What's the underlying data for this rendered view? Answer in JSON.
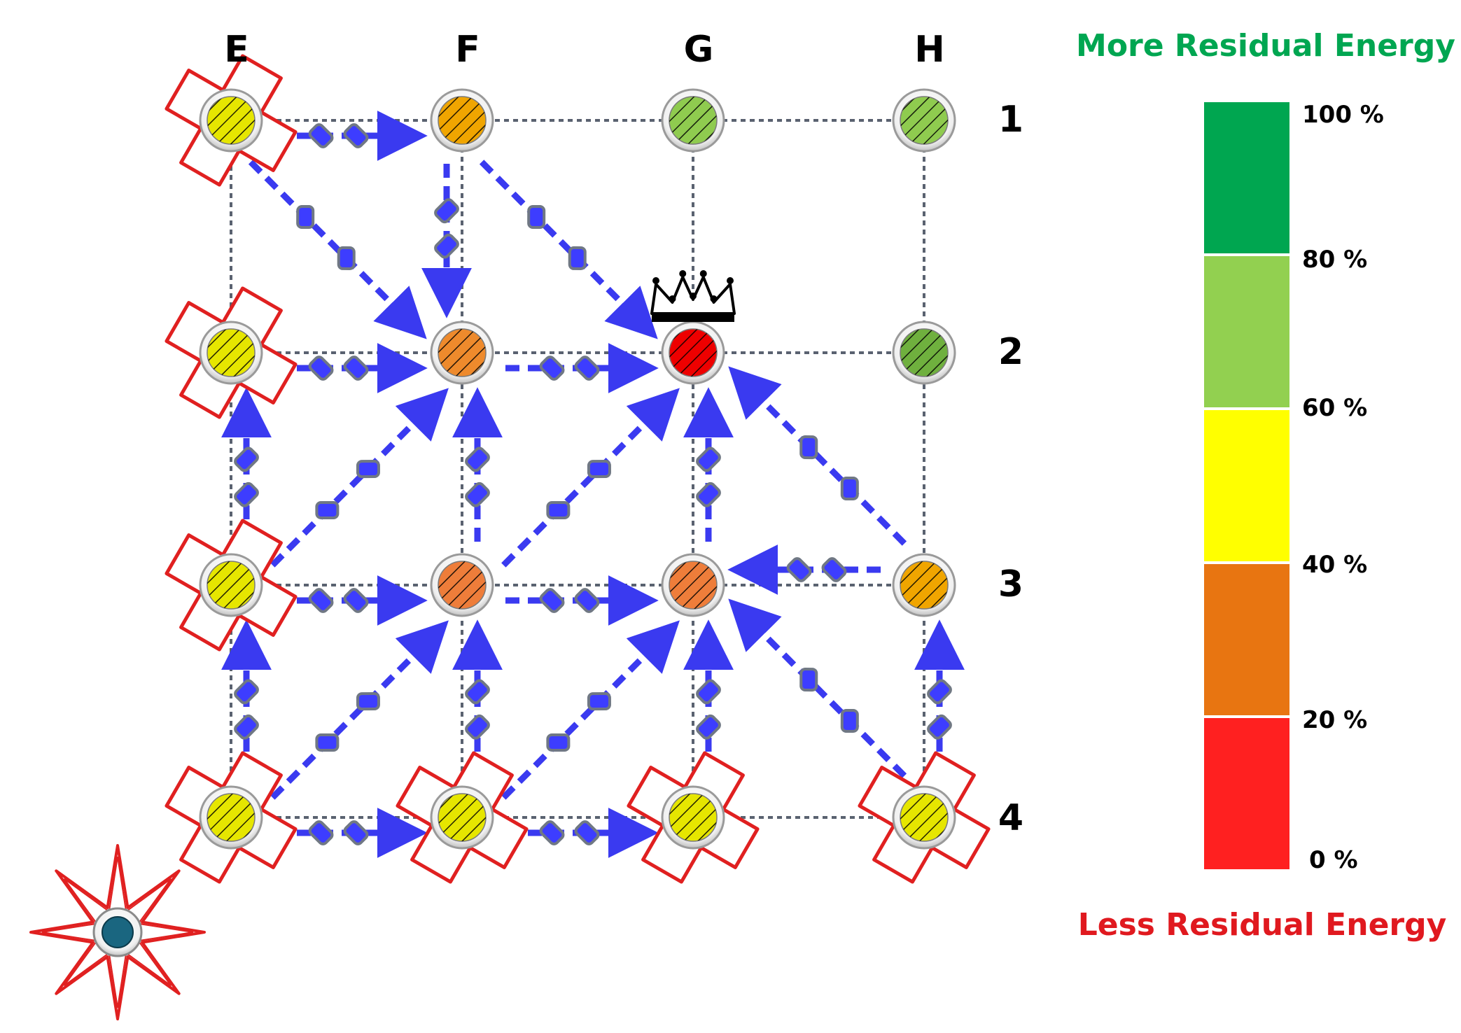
{
  "columns": [
    "E",
    "F",
    "G",
    "H"
  ],
  "rows": [
    "1",
    "2",
    "3",
    "4"
  ],
  "legend": {
    "top_label": "More Residual Energy",
    "bottom_label": "Less Residual Energy",
    "top_color": "#00a651",
    "bottom_color": "#e0191f",
    "ticks": [
      "100 %",
      "80 %",
      "60 %",
      "40 %",
      "20 %",
      "0 %"
    ],
    "bands": [
      {
        "color": "#00a650",
        "range": "80-100"
      },
      {
        "color": "#92d050",
        "range": "60-80"
      },
      {
        "color": "#ffff00",
        "range": "40-60"
      },
      {
        "color": "#e87511",
        "range": "20-40"
      },
      {
        "color": "#ff2020",
        "range": "0-20"
      }
    ]
  },
  "nodes": [
    {
      "id": "E1",
      "color": "#e6e600",
      "marker": "cross"
    },
    {
      "id": "F1",
      "color": "#f0a500"
    },
    {
      "id": "G1",
      "color": "#8fcb4f"
    },
    {
      "id": "H1",
      "color": "#8fcb4f"
    },
    {
      "id": "E2",
      "color": "#e6e600",
      "marker": "cross"
    },
    {
      "id": "F2",
      "color": "#ee8a2c"
    },
    {
      "id": "G2",
      "color": "#ee0000",
      "marker": "crown"
    },
    {
      "id": "H2",
      "color": "#6fb03e"
    },
    {
      "id": "E3",
      "color": "#e6e600",
      "marker": "cross"
    },
    {
      "id": "F3",
      "color": "#ee7d3a"
    },
    {
      "id": "G3",
      "color": "#ee7d3a"
    },
    {
      "id": "H3",
      "color": "#f0a500"
    },
    {
      "id": "E4",
      "color": "#e6e600",
      "marker": "cross"
    },
    {
      "id": "F4",
      "color": "#e6e600",
      "marker": "cross"
    },
    {
      "id": "G4",
      "color": "#e6e600",
      "marker": "cross"
    },
    {
      "id": "H4",
      "color": "#e6e600",
      "marker": "cross"
    }
  ],
  "flows": [
    [
      "E1",
      "F1"
    ],
    [
      "E1",
      "F2"
    ],
    [
      "F1",
      "F2"
    ],
    [
      "F1",
      "G2"
    ],
    [
      "E2",
      "F2"
    ],
    [
      "F2",
      "G2"
    ],
    [
      "E3",
      "E2"
    ],
    [
      "E3",
      "F2"
    ],
    [
      "E3",
      "F3"
    ],
    [
      "F3",
      "F2"
    ],
    [
      "F3",
      "G3"
    ],
    [
      "F3",
      "G2"
    ],
    [
      "G3",
      "G2"
    ],
    [
      "H3",
      "G2"
    ],
    [
      "H3",
      "G3"
    ],
    [
      "E4",
      "E3"
    ],
    [
      "E4",
      "F3"
    ],
    [
      "E4",
      "F4"
    ],
    [
      "F4",
      "F3"
    ],
    [
      "F4",
      "G3"
    ],
    [
      "F4",
      "G4"
    ],
    [
      "G4",
      "G3"
    ],
    [
      "H4",
      "G3"
    ],
    [
      "H4",
      "H3"
    ]
  ],
  "sink": {
    "name": "sink-node",
    "color": "#1a6680"
  },
  "colors": {
    "flow": "#3a3af0",
    "grid": "#5a6270",
    "packet_outline": "#707884",
    "cross_outline": "#e02020"
  }
}
